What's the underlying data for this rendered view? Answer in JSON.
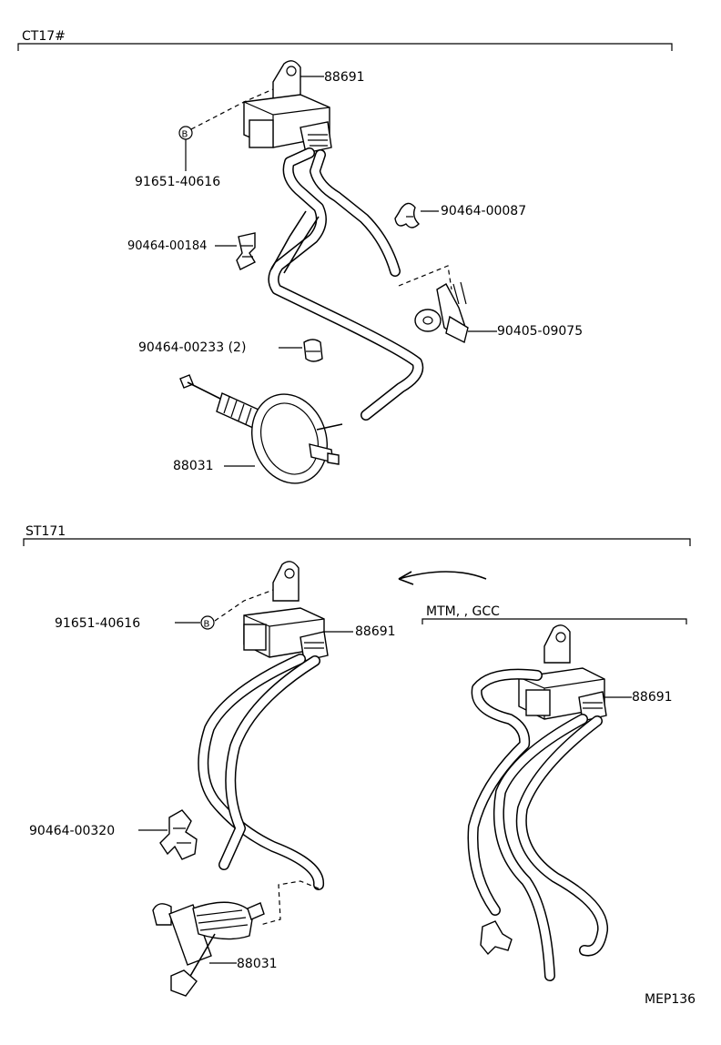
{
  "sections": [
    {
      "title": "CT17#",
      "callouts": {
        "vsv": "88691",
        "bolt_b": "91651-40616",
        "clamp_a": "90464-00087",
        "clamp_b": "90464-00184",
        "joint": "90405-09075",
        "clamp_c": "90464-00233 (2)",
        "actuator": "88031"
      }
    },
    {
      "title": "ST171",
      "callouts": {
        "bolt_b": "91651-40616",
        "vsv": "88691",
        "clamp": "90464-00320",
        "actuator": "88031"
      },
      "variant": {
        "title": "MTM, , GCC",
        "vsv": "88691"
      }
    }
  ],
  "bolt_symbol": "B",
  "figure_code": "MEP136"
}
